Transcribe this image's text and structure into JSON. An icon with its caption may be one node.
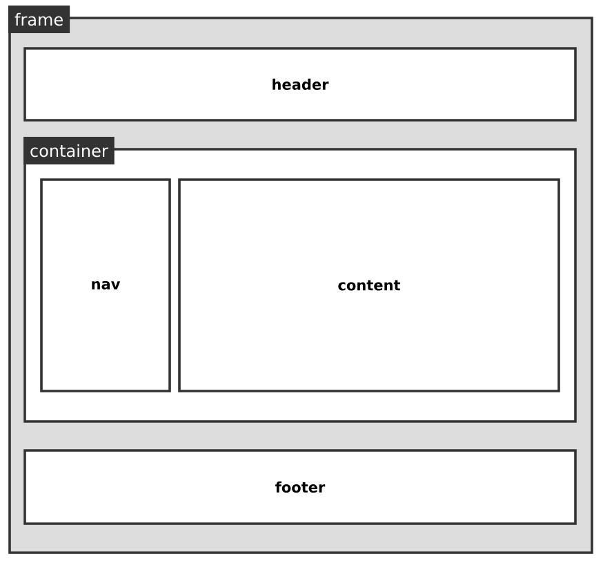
{
  "diagram": {
    "nodes": [
      {
        "text": [
          "frame"
        ]
      },
      {
        "text": [
          "header"
        ],
        "in": 0
      },
      {
        "text": [
          "container"
        ],
        "in": 0
      },
      {
        "text": [
          "nav"
        ],
        "in": 2
      },
      {
        "text": [
          "content"
        ],
        "in": 2
      },
      {
        "text": [
          "footer"
        ],
        "in": 0
      }
    ]
  }
}
